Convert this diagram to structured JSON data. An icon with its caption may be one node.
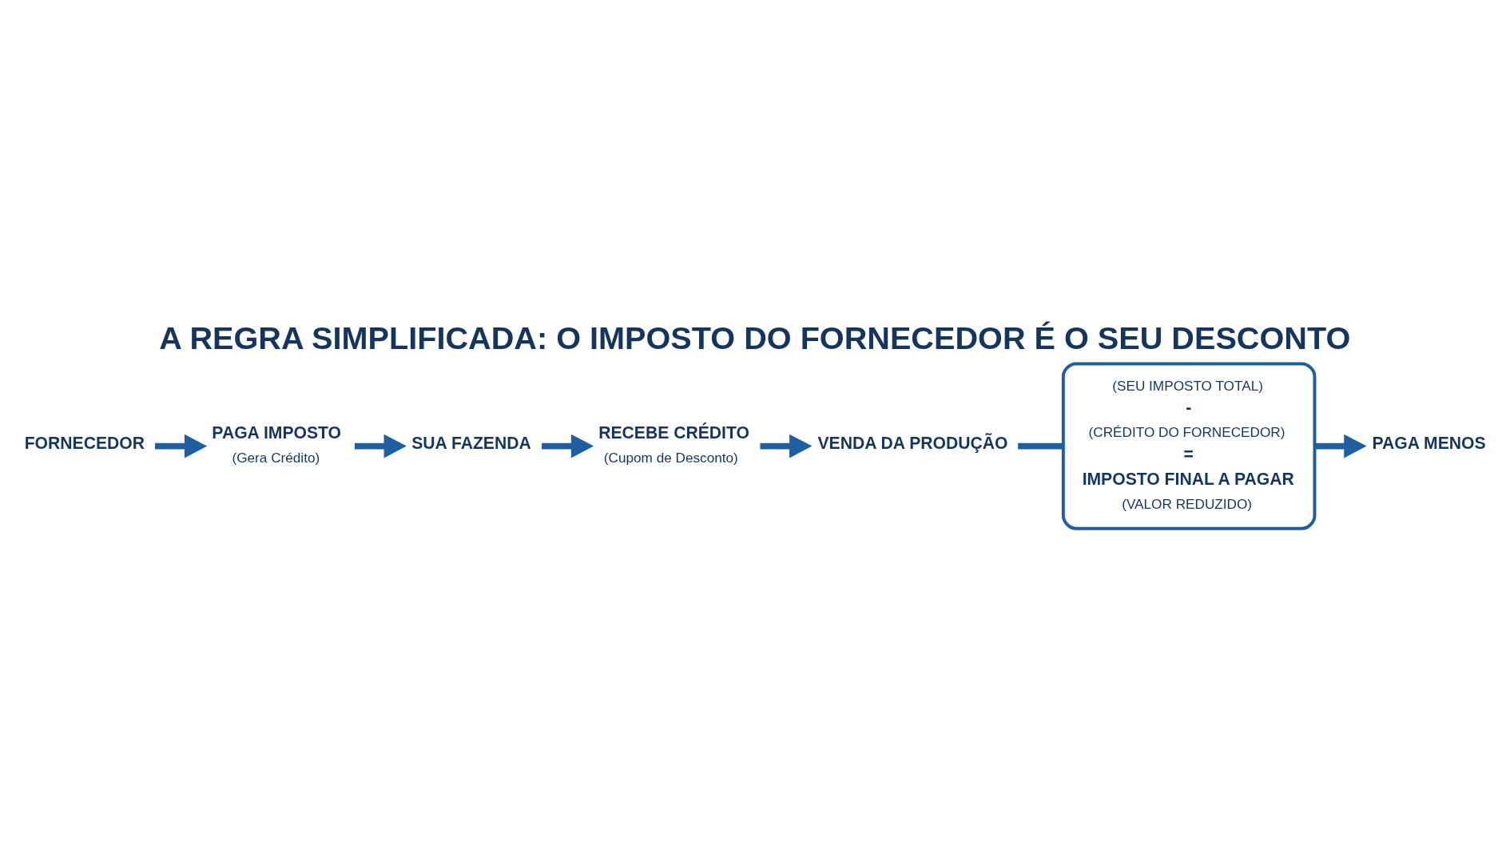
{
  "diagram": {
    "title": "A REGRA SIMPLIFICADA: O IMPOSTO DO FORNECEDOR É O SEU DESCONTO",
    "nodes": [
      {
        "text": [
          "FORNECEDOR"
        ]
      },
      {
        "text": [
          "PAGA IMPOSTO",
          "(Gera Crédito)"
        ]
      },
      {
        "text": [
          "SUA FAZENDA"
        ]
      },
      {
        "text": [
          "RECEBE CRÉDITO",
          "(Cupom de Desconto)"
        ]
      },
      {
        "text": [
          "VENDA DA PRODUÇÃO"
        ]
      },
      {
        "text": [
          "(SEU IMPOSTO TOTAL)",
          "-",
          "(CRÉDITO DO FORNECEDOR)",
          "=",
          "IMPOSTO FINAL A PAGAR",
          "(VALOR REDUZIDO)"
        ]
      },
      {
        "text": [
          "PAGA MENOS"
        ]
      }
    ],
    "edges": [
      {
        "from": 0,
        "to": 1,
        "arrow": "to"
      },
      {
        "from": 1,
        "to": 2,
        "arrow": "to"
      },
      {
        "from": 2,
        "to": 3,
        "arrow": "to"
      },
      {
        "from": 3,
        "to": 4,
        "arrow": "to"
      },
      {
        "from": 4,
        "to": 5,
        "arrow": "none"
      },
      {
        "from": 5,
        "to": 6,
        "arrow": "to"
      }
    ]
  }
}
